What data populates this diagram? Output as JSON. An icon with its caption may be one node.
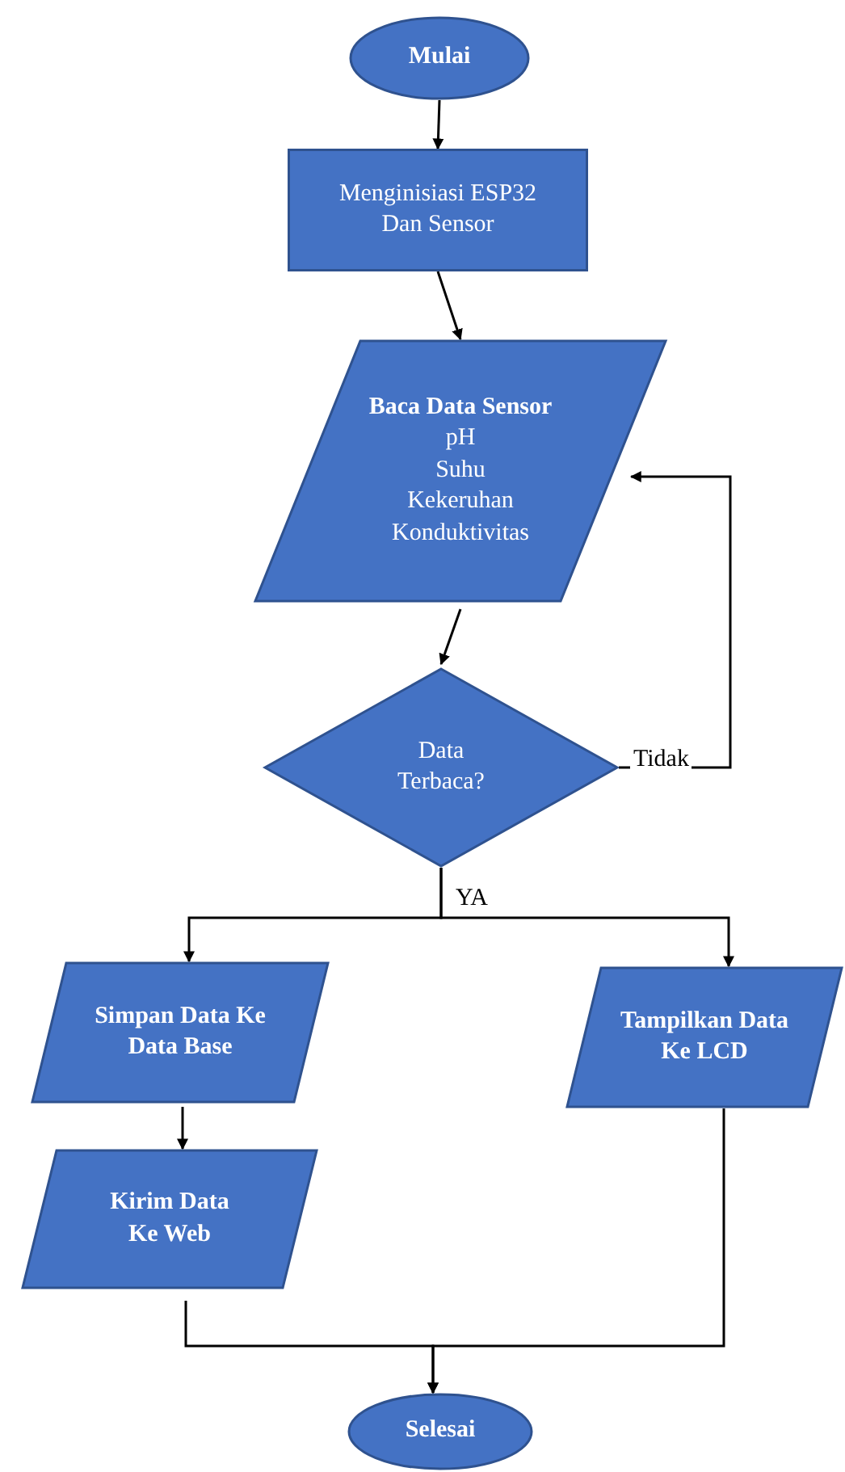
{
  "diagram": {
    "nodes": [
      {
        "text": [
          "Mulai"
        ]
      },
      {
        "text": [
          "Menginisiasi ESP32 Dan Sensor"
        ]
      },
      {
        "text": [
          "Baca Data Sensor",
          "pH",
          "Suhu",
          "Kekeruhan",
          "Konduktivitas"
        ]
      },
      {
        "text": [
          "Data Terbaca?"
        ]
      },
      {
        "text": [
          "Simpan Data Ke Data Base"
        ]
      },
      {
        "text": [
          "Kirim Data Ke Web"
        ]
      },
      {
        "text": [
          "Tampilkan Data Ke LCD"
        ]
      },
      {
        "text": [
          "Selesai"
        ]
      }
    ],
    "edges": [
      {
        "from": 0,
        "to": 1,
        "arrow": "to"
      },
      {
        "from": 1,
        "to": 2,
        "arrow": "to"
      },
      {
        "from": 2,
        "to": 3,
        "arrow": "to"
      },
      {
        "from": 3,
        "to": 2,
        "arrow": "to",
        "label": "Tidak"
      },
      {
        "from": 3,
        "to": 4,
        "arrow": "to",
        "label": "YA"
      },
      {
        "from": 3,
        "to": 6,
        "arrow": "to"
      },
      {
        "from": 4,
        "to": 5,
        "arrow": "to"
      },
      {
        "from": 5,
        "to": 7,
        "arrow": "to"
      },
      {
        "from": 6,
        "to": 7,
        "arrow": "to"
      }
    ]
  }
}
